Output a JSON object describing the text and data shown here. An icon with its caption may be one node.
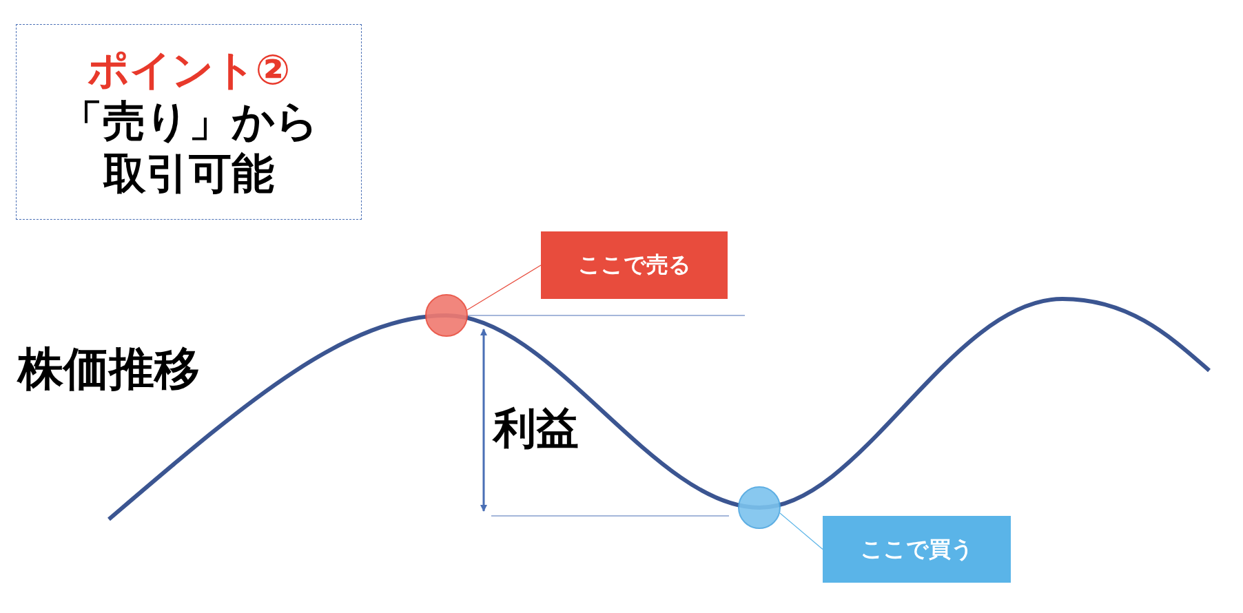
{
  "diagram": {
    "nodes": [
      {
        "text": [
          "ポイント②",
          "「売り」から取引可能"
        ]
      },
      {
        "text": [],
        "shape": "circle"
      },
      {
        "text": [
          "ここで売る"
        ]
      },
      {
        "text": [],
        "shape": "circle"
      },
      {
        "text": [
          "ここで買う"
        ]
      }
    ],
    "edges": [
      {
        "from": 2,
        "to": 1,
        "arrow": "none",
        "color": "#e84c3d"
      },
      {
        "from": 4,
        "to": 3,
        "arrow": "none",
        "color": "#5ab4e8"
      }
    ],
    "labels": [
      "株価推移",
      "利益"
    ]
  }
}
